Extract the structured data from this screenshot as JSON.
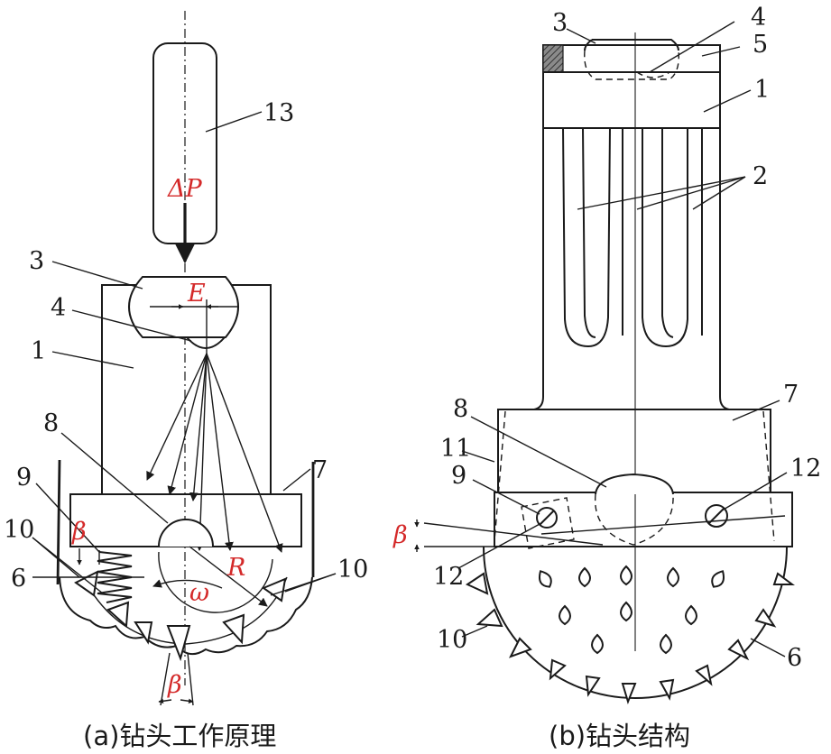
{
  "colors": {
    "line": "#1a1a1a",
    "symbol_red": "#d42a2a",
    "hatch": "#555555"
  },
  "left": {
    "caption": "(a)钻头工作原理",
    "labels": {
      "l13": "13",
      "l3": "3",
      "l4": "4",
      "l1": "1",
      "l8": "8",
      "l7": "7",
      "l9": "9",
      "l10a": "10",
      "l10b": "10",
      "l6": "6"
    },
    "symbols": {
      "dp": "ΔP",
      "e": "E",
      "beta1": "β",
      "r": "R",
      "omega": "ω",
      "beta2": "β"
    }
  },
  "right": {
    "caption": "(b)钻头结构",
    "labels": {
      "l3": "3",
      "l4": "4",
      "l5": "5",
      "l1": "1",
      "l2": "2",
      "l7": "7",
      "l8": "8",
      "l11": "11",
      "l9": "9",
      "l12a": "12",
      "l12b": "12",
      "l10": "10",
      "l6": "6"
    },
    "symbols": {
      "beta": "β"
    }
  }
}
